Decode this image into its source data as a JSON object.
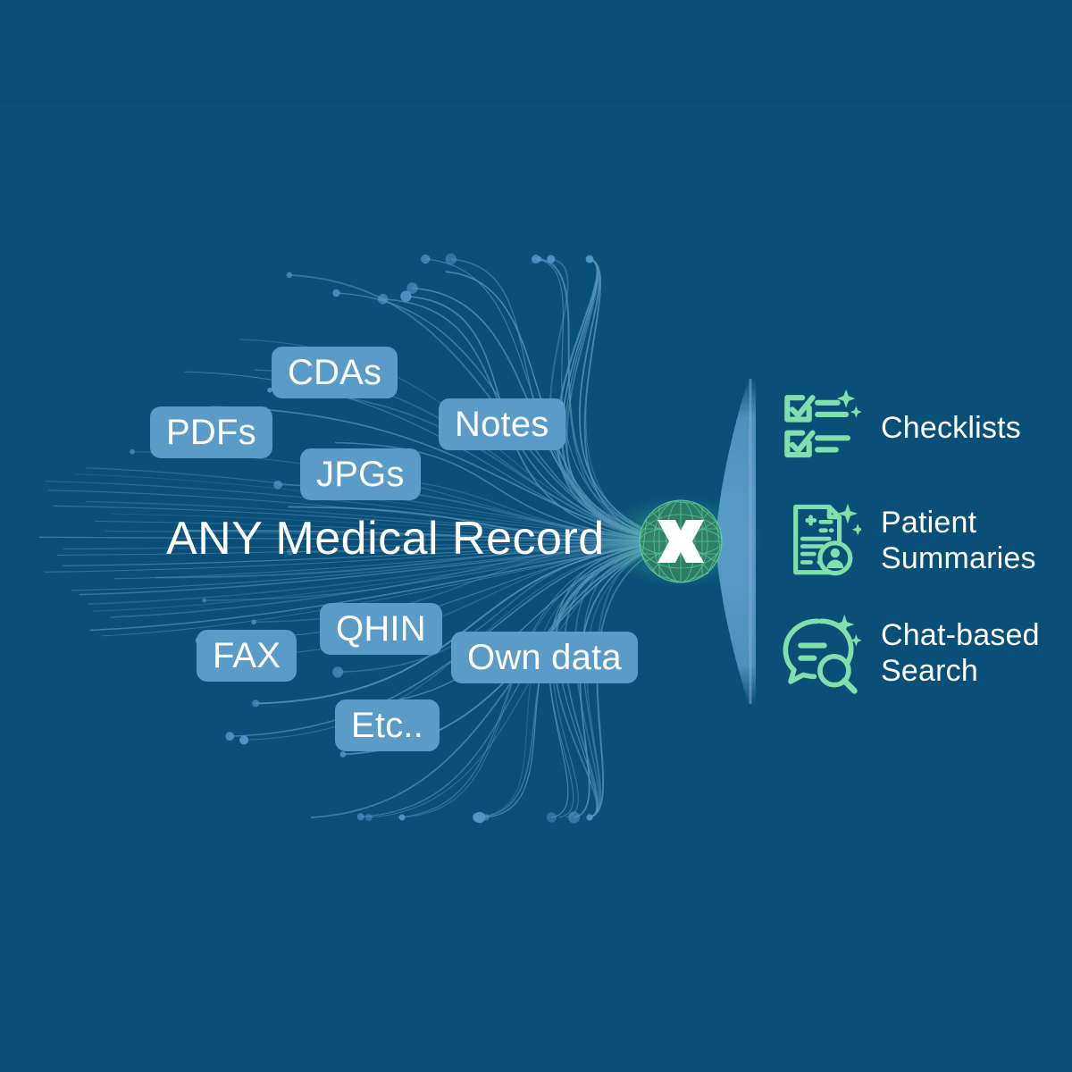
{
  "background": {
    "color": "#0a4f77",
    "band_color": "#094d74"
  },
  "hero": {
    "title": "ANY Medical Record"
  },
  "sources": {
    "label": "ANY Medical Record",
    "pills": [
      {
        "id": "cdas",
        "label": "CDAs"
      },
      {
        "id": "pdfs",
        "label": "PDFs"
      },
      {
        "id": "notes",
        "label": "Notes"
      },
      {
        "id": "jpgs",
        "label": "JPGs"
      },
      {
        "id": "qhin",
        "label": "QHIN"
      },
      {
        "id": "fax",
        "label": "FAX"
      },
      {
        "id": "own",
        "label": "Own data"
      },
      {
        "id": "etc",
        "label": "Etc.."
      }
    ],
    "pill_color": "#5a9bc8",
    "line_color": "#6fa9cf"
  },
  "node": {
    "logo_letter": "X",
    "sphere_color": "#3f9e7a",
    "glow_color": "#7fe3b5"
  },
  "outputs": {
    "accent_color": "#7fe0ab",
    "items": [
      {
        "id": "checklists",
        "icon": "checklist-sparkle-icon",
        "label": "Checklists"
      },
      {
        "id": "summaries",
        "icon": "patient-summary-document-icon",
        "label": "Patient\nSummaries"
      },
      {
        "id": "search",
        "icon": "chat-search-icon",
        "label": "Chat-based\nSearch"
      }
    ]
  }
}
